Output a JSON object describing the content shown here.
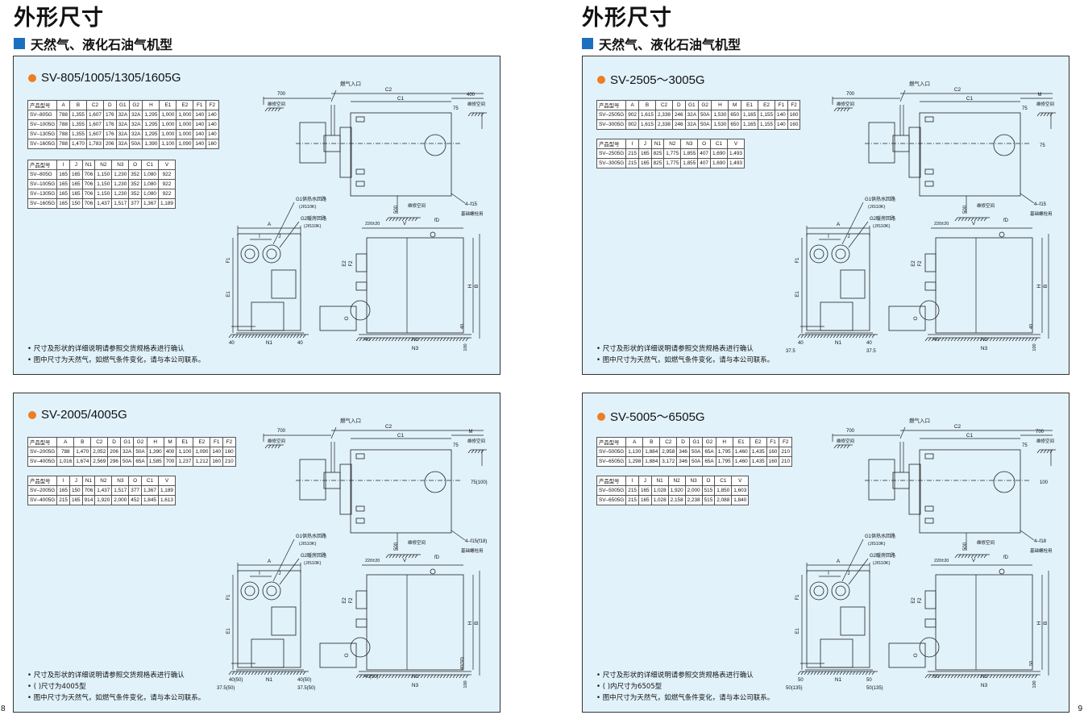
{
  "left_page": {
    "heading": "外形尺寸",
    "subheading": "天然气、液化石油气机型",
    "page_number": "8",
    "panels": [
      {
        "title": "SV-805/1005/1305/1605G",
        "table1": {
          "headers": [
            "产品型号",
            "A",
            "B",
            "C2",
            "D",
            "G1",
            "G2",
            "H",
            "E1",
            "E2",
            "F1",
            "F2"
          ],
          "rows": [
            [
              "SV–805G",
              "788",
              "1,355",
              "1,607",
              "176",
              "32A",
              "32A",
              "1,295",
              "1,000",
              "1,000",
              "140",
              "140"
            ],
            [
              "SV–1005G",
              "788",
              "1,355",
              "1,607",
              "176",
              "32A",
              "32A",
              "1,295",
              "1,000",
              "1,000",
              "140",
              "140"
            ],
            [
              "SV–1305G",
              "788",
              "1,355",
              "1,607",
              "176",
              "32A",
              "32A",
              "1,295",
              "1,000",
              "1,000",
              "140",
              "140"
            ],
            [
              "SV–1605G",
              "788",
              "1,470",
              "1,783",
              "206",
              "32A",
              "50A",
              "1,390",
              "1,100",
              "1,090",
              "140",
              "160"
            ]
          ]
        },
        "table2": {
          "headers": [
            "产品型号",
            "I",
            "J",
            "N1",
            "N2",
            "N3",
            "O",
            "C1",
            "V"
          ],
          "rows": [
            [
              "SV–805G",
              "165",
              "165",
              "706",
              "1,150",
              "1,230",
              "352",
              "1,080",
              "922"
            ],
            [
              "SV–1005G",
              "165",
              "165",
              "706",
              "1,150",
              "1,230",
              "352",
              "1,080",
              "922"
            ],
            [
              "SV–1305G",
              "165",
              "165",
              "706",
              "1,150",
              "1,230",
              "352",
              "1,080",
              "922"
            ],
            [
              "SV–1605G",
              "165",
              "150",
              "706",
              "1,437",
              "1,517",
              "377",
              "1,367",
              "1,189"
            ]
          ]
        },
        "notes": [
          "• 尺寸及形状的详细说明请参照交货规格表进行确认",
          "• 图中尺寸为天然气，如燃气条件变化，请与本公司联系。"
        ],
        "labels": {
          "gas_inlet": "燃气入口",
          "maint": "维修空间",
          "maint2": "维修空间",
          "d700": "700",
          "d400": "400",
          "d75": "75",
          "d500": "500",
          "c1": "C1",
          "c2": "C2",
          "bolt": "4–f15",
          "base": "基础螺栓用",
          "g1": "G1供热水回路",
          "g1b": "(JIS10K)",
          "g2": "G2暖房回路",
          "g2b": "(JIS10K)",
          "a": "A",
          "i": "I",
          "j": "J",
          "f1": "F1",
          "e1": "E1",
          "d220": "220±20",
          "v": "V",
          "fd": "fD",
          "e2": "E2",
          "f2": "F2",
          "h": "H",
          "b": "B",
          "o": "O",
          "d40": "40",
          "n1": "N1",
          "n2": "N2",
          "n3": "N3",
          "d100": "100"
        }
      },
      {
        "title": "SV-2005/4005G",
        "table1": {
          "headers": [
            "产品型号",
            "A",
            "B",
            "C2",
            "D",
            "G1",
            "G2",
            "H",
            "M",
            "E1",
            "E2",
            "F1",
            "F2"
          ],
          "rows": [
            [
              "SV–2005G",
              "788",
              "1,470",
              "2,052",
              "206",
              "32A",
              "50A",
              "1,390",
              "400",
              "1,100",
              "1,090",
              "140",
              "160"
            ],
            [
              "SV–4005G",
              "1,016",
              "1,674",
              "2,569",
              "296",
              "50A",
              "65A",
              "1,585",
              "700",
              "1,237",
              "1,212",
              "160",
              "210"
            ]
          ]
        },
        "table2": {
          "headers": [
            "产品型号",
            "I",
            "J",
            "N1",
            "N2",
            "N3",
            "O",
            "C1",
            "V"
          ],
          "rows": [
            [
              "SV–2005G",
              "165",
              "150",
              "706",
              "1,437",
              "1,517",
              "377",
              "1,367",
              "1,189"
            ],
            [
              "SV–4005G",
              "215",
              "165",
              "914",
              "1,920",
              "2,000",
              "452",
              "1,845",
              "1,613"
            ]
          ]
        },
        "notes": [
          "• 尺寸及形状的详细说明请参照交货规格表进行确认",
          "• ( )尺寸为4005型",
          "• 图中尺寸为天然气，如燃气条件变化，请与本公司联系。"
        ],
        "labels": {
          "gas_inlet": "燃气入口",
          "maint": "维修空间",
          "maint2": "维修空间",
          "d700": "700",
          "d400": "M",
          "d75": "75",
          "d75b": "75(100)",
          "d500": "500",
          "c1": "C1",
          "c2": "C2",
          "bolt": "4–f15(f18)",
          "base": "基础螺栓用",
          "g1": "G1供热水回路",
          "g1b": "(JIS10K)",
          "g2": "G2暖房回路",
          "g2b": "(JIS10K)",
          "a": "A",
          "i": "I",
          "j": "J",
          "f1": "F1",
          "e1": "E1",
          "d220": "220±20",
          "v": "V",
          "fd": "fD",
          "e2": "E2",
          "f2": "F2",
          "h": "H",
          "b": "B",
          "o": "O",
          "d40": "40(50)",
          "dl": "37.5(50)",
          "dr": "37.5(50)",
          "n1": "N1",
          "n2": "N2",
          "n3": "N3",
          "d100": "100"
        }
      }
    ]
  },
  "right_page": {
    "heading": "外形尺寸",
    "subheading": "天然气、液化石油气机型",
    "page_number": "9",
    "panels": [
      {
        "title": "SV-2505～3005G",
        "table1": {
          "headers": [
            "产品型号",
            "A",
            "B",
            "C2",
            "D",
            "G1",
            "G2",
            "H",
            "M",
            "E1",
            "E2",
            "F1",
            "F2"
          ],
          "rows": [
            [
              "SV–2505G",
              "902",
              "1,615",
              "2,338",
              "246",
              "32A",
              "50A",
              "1,530",
              "650",
              "1,165",
              "1,155",
              "140",
              "160"
            ],
            [
              "SV–3005G",
              "902",
              "1,615",
              "2,338",
              "246",
              "32A",
              "50A",
              "1,530",
              "650",
              "1,165",
              "1,155",
              "140",
              "160"
            ]
          ]
        },
        "table2": {
          "headers": [
            "产品型号",
            "I",
            "J",
            "N1",
            "N2",
            "N3",
            "O",
            "C1",
            "V"
          ],
          "rows": [
            [
              "SV–2505G",
              "215",
              "165",
              "825",
              "1,775",
              "1,855",
              "407",
              "1,690",
              "1,493"
            ],
            [
              "SV–3005G",
              "215",
              "165",
              "825",
              "1,775",
              "1,855",
              "407",
              "1,690",
              "1,493"
            ]
          ]
        },
        "notes": [
          "• 尺寸及形状的详细说明请参照交货规格表进行确认",
          "• 图中尺寸为天然气，如燃气条件变化，请与本公司联系。"
        ],
        "labels": {
          "gas_inlet": "燃气入口",
          "maint": "维修空间",
          "maint2": "维修空间",
          "d700": "700",
          "d400": "M",
          "d75": "75",
          "d75b": "75",
          "d500": "500",
          "c1": "C1",
          "c2": "C2",
          "bolt": "4–f15",
          "base": "基础螺栓用",
          "g1": "G1供热水回路",
          "g1b": "(JIS10K)",
          "g2": "G2暖房回路",
          "g2b": "(JIS10K)",
          "a": "A",
          "i": "I",
          "j": "J",
          "f1": "F1",
          "e1": "E1",
          "d220": "220±20",
          "v": "V",
          "fd": "fD",
          "e2": "E2",
          "f2": "F2",
          "h": "H",
          "b": "B",
          "o": "O",
          "d40": "40",
          "dl": "37.5",
          "dr": "37.5",
          "n1": "N1",
          "n2": "N2",
          "n3": "N3",
          "d100": "100"
        }
      },
      {
        "title": "SV-5005～6505G",
        "table1": {
          "headers": [
            "产品型号",
            "A",
            "B",
            "C2",
            "D",
            "G1",
            "G2",
            "H",
            "E1",
            "E2",
            "F1",
            "F2"
          ],
          "rows": [
            [
              "SV–5005G",
              "1,130",
              "1,884",
              "2,958",
              "346",
              "50A",
              "65A",
              "1,795",
              "1,460",
              "1,435",
              "160",
              "210"
            ],
            [
              "SV–6505G",
              "1,298",
              "1,884",
              "3,172",
              "346",
              "50A",
              "65A",
              "1,795",
              "1,460",
              "1,435",
              "160",
              "210"
            ]
          ]
        },
        "table2": {
          "headers": [
            "产品型号",
            "I",
            "J",
            "N1",
            "N2",
            "N3",
            "O",
            "C1",
            "V"
          ],
          "rows": [
            [
              "SV–5005G",
              "215",
              "165",
              "1,028",
              "1,920",
              "2,000",
              "515",
              "1,850",
              "1,603"
            ],
            [
              "SV–6505G",
              "215",
              "165",
              "1,028",
              "2,158",
              "2,238",
              "515",
              "2,088",
              "1,840"
            ]
          ]
        },
        "notes": [
          "• 尺寸及形状的详细说明请参照交货规格表进行确认",
          "• ( )内尺寸为6505型",
          "• 图中尺寸为天然气，如燃气条件变化，请与本公司联系。"
        ],
        "labels": {
          "gas_inlet": "燃气入口",
          "maint": "维修空间",
          "maint2": "维修空间",
          "d700": "700",
          "d400": "700",
          "d75": "75",
          "d75b": "100",
          "d500": "500",
          "c1": "C1",
          "c2": "C2",
          "bolt": "4–f18",
          "base": "基础螺栓用",
          "g1": "G1供热水回路",
          "g1b": "(JIS10K)",
          "g2": "G2暖房回路",
          "g2b": "(JIS10K)",
          "a": "A",
          "i": "I",
          "j": "J",
          "f1": "F1",
          "e1": "E1",
          "d220": "220±20",
          "v": "V",
          "fd": "fD",
          "e2": "E2",
          "f2": "F2",
          "h": "H",
          "b": "B",
          "o": "O",
          "d40": "50",
          "dl": "50(135)",
          "dr": "50(135)",
          "n1": "N1",
          "n2": "N2",
          "n3": "N3",
          "d100": "100"
        }
      }
    ]
  },
  "colors": {
    "panel_bg": "#e1f2fb",
    "accent_blue": "#1a6fc1",
    "bullet_orange": "#ef7d22"
  }
}
